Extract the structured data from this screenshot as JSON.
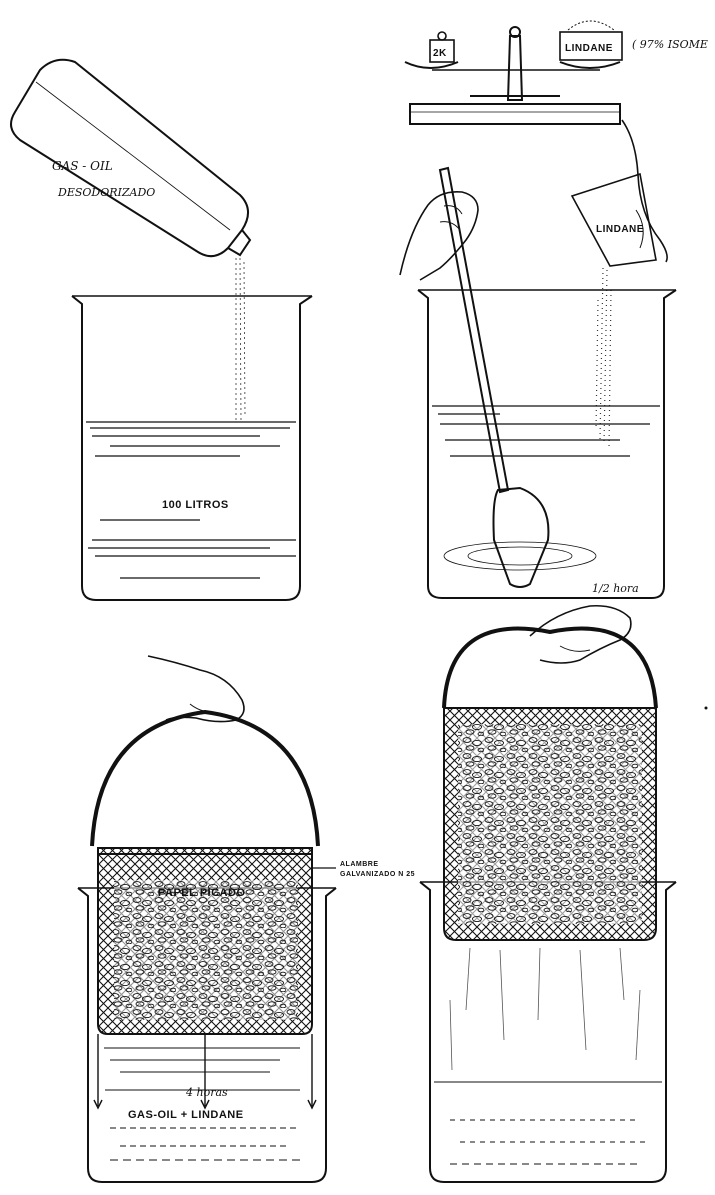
{
  "panel1": {
    "bottle_label_line1": "GAS - OIL",
    "bottle_label_line2": "DESODORIZADO",
    "volume_label": "100 LITROS"
  },
  "panel2": {
    "weight_label": "2K",
    "product_label": "LINDANE",
    "purity_label": "( 97% ISOME",
    "bag_label": "LINDANE",
    "time_label": "1/2 hora"
  },
  "panel3": {
    "wire_label_line1": "ALAMBRE",
    "wire_label_line2": "GALVANIZADO N 25",
    "paper_label": "PAPEL PICADO",
    "time_label": "4 horas",
    "liquid_label": "GAS-OIL + LINDANE"
  },
  "colors": {
    "ink": "#111111",
    "paper": "#ffffff"
  }
}
